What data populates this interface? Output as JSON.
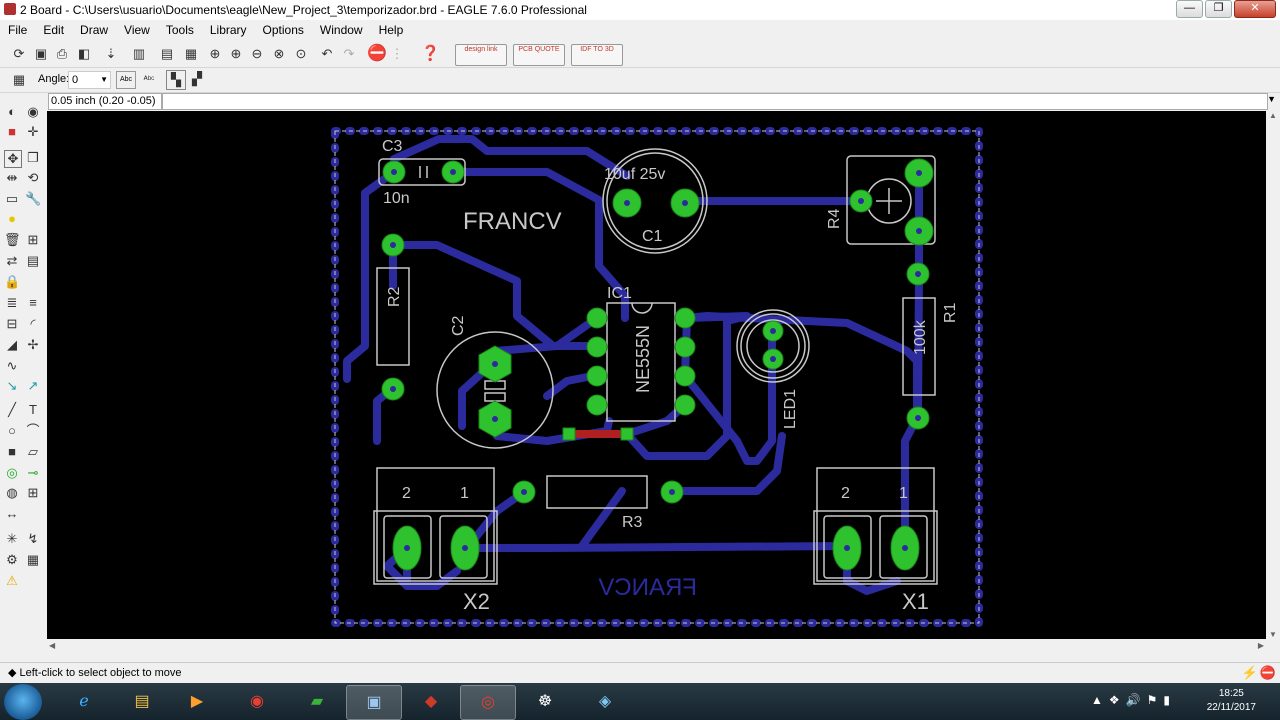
{
  "window": {
    "title": "2 Board - C:\\Users\\usuario\\Documents\\eagle\\New_Project_3\\temporizador.brd - EAGLE 7.6.0 Professional",
    "minimize": "—",
    "maximize": "❐",
    "close": "✕"
  },
  "menu": [
    "File",
    "Edit",
    "Draw",
    "View",
    "Tools",
    "Library",
    "Options",
    "Window",
    "Help"
  ],
  "toolbar": {
    "design_link": "design link",
    "pcb_quote": "PCB QUOTE",
    "idf_3d": "IDF TO 3D"
  },
  "param_toolbar": {
    "angle_label": "Angle:",
    "angle_value": "0",
    "abc_label": "Abc"
  },
  "coordinate": "0.05 inch (0.20 -0.05)",
  "board": {
    "labels": {
      "c3": "C3",
      "c3_val": "10n",
      "c1_val": "10uf 25v",
      "c1": "C1",
      "francv_top": "FRANCV",
      "francv_bottom": "FRANCV",
      "r4": "R4",
      "r2": "R2",
      "c2": "C2",
      "ic1": "IC1",
      "ne555": "NE555N",
      "led1": "LED1",
      "r1": "R1",
      "r1_val": "100k",
      "r3": "R3",
      "x2": "X2",
      "x1": "X1",
      "x2_pin2": "2",
      "x2_pin1": "1",
      "x1_pin2": "2",
      "x1_pin1": "1"
    },
    "colors": {
      "trace": "#2b2b9e",
      "pad": "#2ec22e",
      "silk": "#c8c8c8",
      "red_trace": "#b02020"
    }
  },
  "status": "◆ Left-click to select object to move",
  "clock": {
    "time": "18:25",
    "date": "22/11/2017"
  }
}
